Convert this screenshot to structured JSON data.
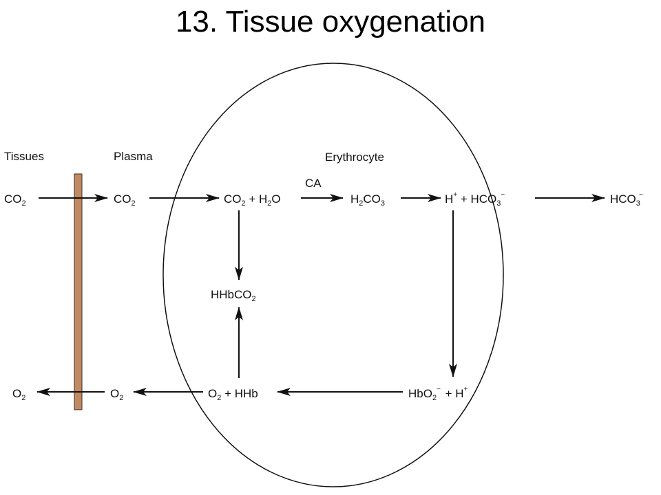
{
  "title": "13. Tissue oxygenation",
  "colors": {
    "membrane": "#c08a62",
    "membrane_edge": "#3a2a20",
    "line": "#111111"
  },
  "regions": {
    "tissues": "Tissues",
    "plasma": "Plasma",
    "erythrocyte": "Erythrocyte"
  },
  "enzyme": "CA",
  "species": {
    "co2_tissues": {
      "main": "CO",
      "sub": "2"
    },
    "co2_plasma": {
      "main": "CO",
      "sub": "2"
    },
    "co2_water": {
      "a": "CO",
      "a_sub": "2",
      "b": " + H",
      "b_sub": "2",
      "c": "O"
    },
    "h2co3": {
      "a": "H",
      "a_sub": "2",
      "b": "CO",
      "b_sub": "3"
    },
    "h_hco3": {
      "a": "H",
      "a_sup": "+",
      "b": " + HCO",
      "b_sub": "3",
      "b_sup": "−"
    },
    "hco3_plasma": {
      "main": "HCO",
      "sub": "3",
      "sup": "−"
    },
    "hhbco2": {
      "main": "HHbCO",
      "sub": "2"
    },
    "o2_hhb": {
      "a": "O",
      "a_sub": "2",
      "b": " + HHb"
    },
    "hbo2_h": {
      "a": "HbO",
      "a_sub": "2",
      "a_sup": "−",
      "b": " + H",
      "b_sup": "+"
    },
    "o2_plasma": {
      "main": "O",
      "sub": "2"
    },
    "o2_tissues": {
      "main": "O",
      "sub": "2"
    }
  }
}
